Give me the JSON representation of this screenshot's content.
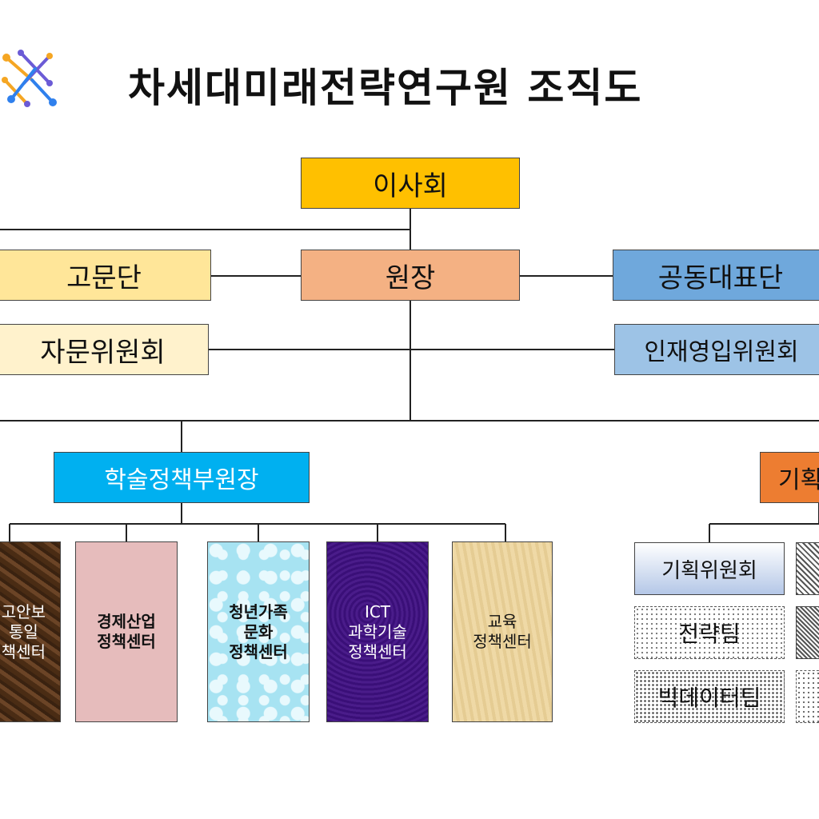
{
  "title": "차세대미래전략연구원 조직도",
  "nodes": {
    "board": "이사회",
    "advisors": "고문단",
    "director": "원장",
    "co_representatives": "공동대표단",
    "consult_committee": "자문위원회",
    "talent_committee": "인재영입위원회",
    "vp_academic": "학술정책부원장",
    "vp_planning": "기획"
  },
  "centers": {
    "security": "고안보\n통일\n책센터",
    "economy": "경제산업\n정책센터",
    "youth": "청년가족\n문화\n정책센터",
    "ict": "ICT\n과학기술\n정책센터",
    "education": "교육\n정책센터"
  },
  "teams": {
    "planning_committee": "기획위원회",
    "strategy": "전략팀",
    "bigdata": "빅데이터팀"
  },
  "colors": {
    "board": "#ffc000",
    "director": "#f4b183",
    "vp_academic": "#00b0f0",
    "vp_planning": "#ed7d31",
    "logo_orange": "#f5a623",
    "logo_blue": "#2f80ed",
    "logo_purple": "#6b5bd6"
  }
}
